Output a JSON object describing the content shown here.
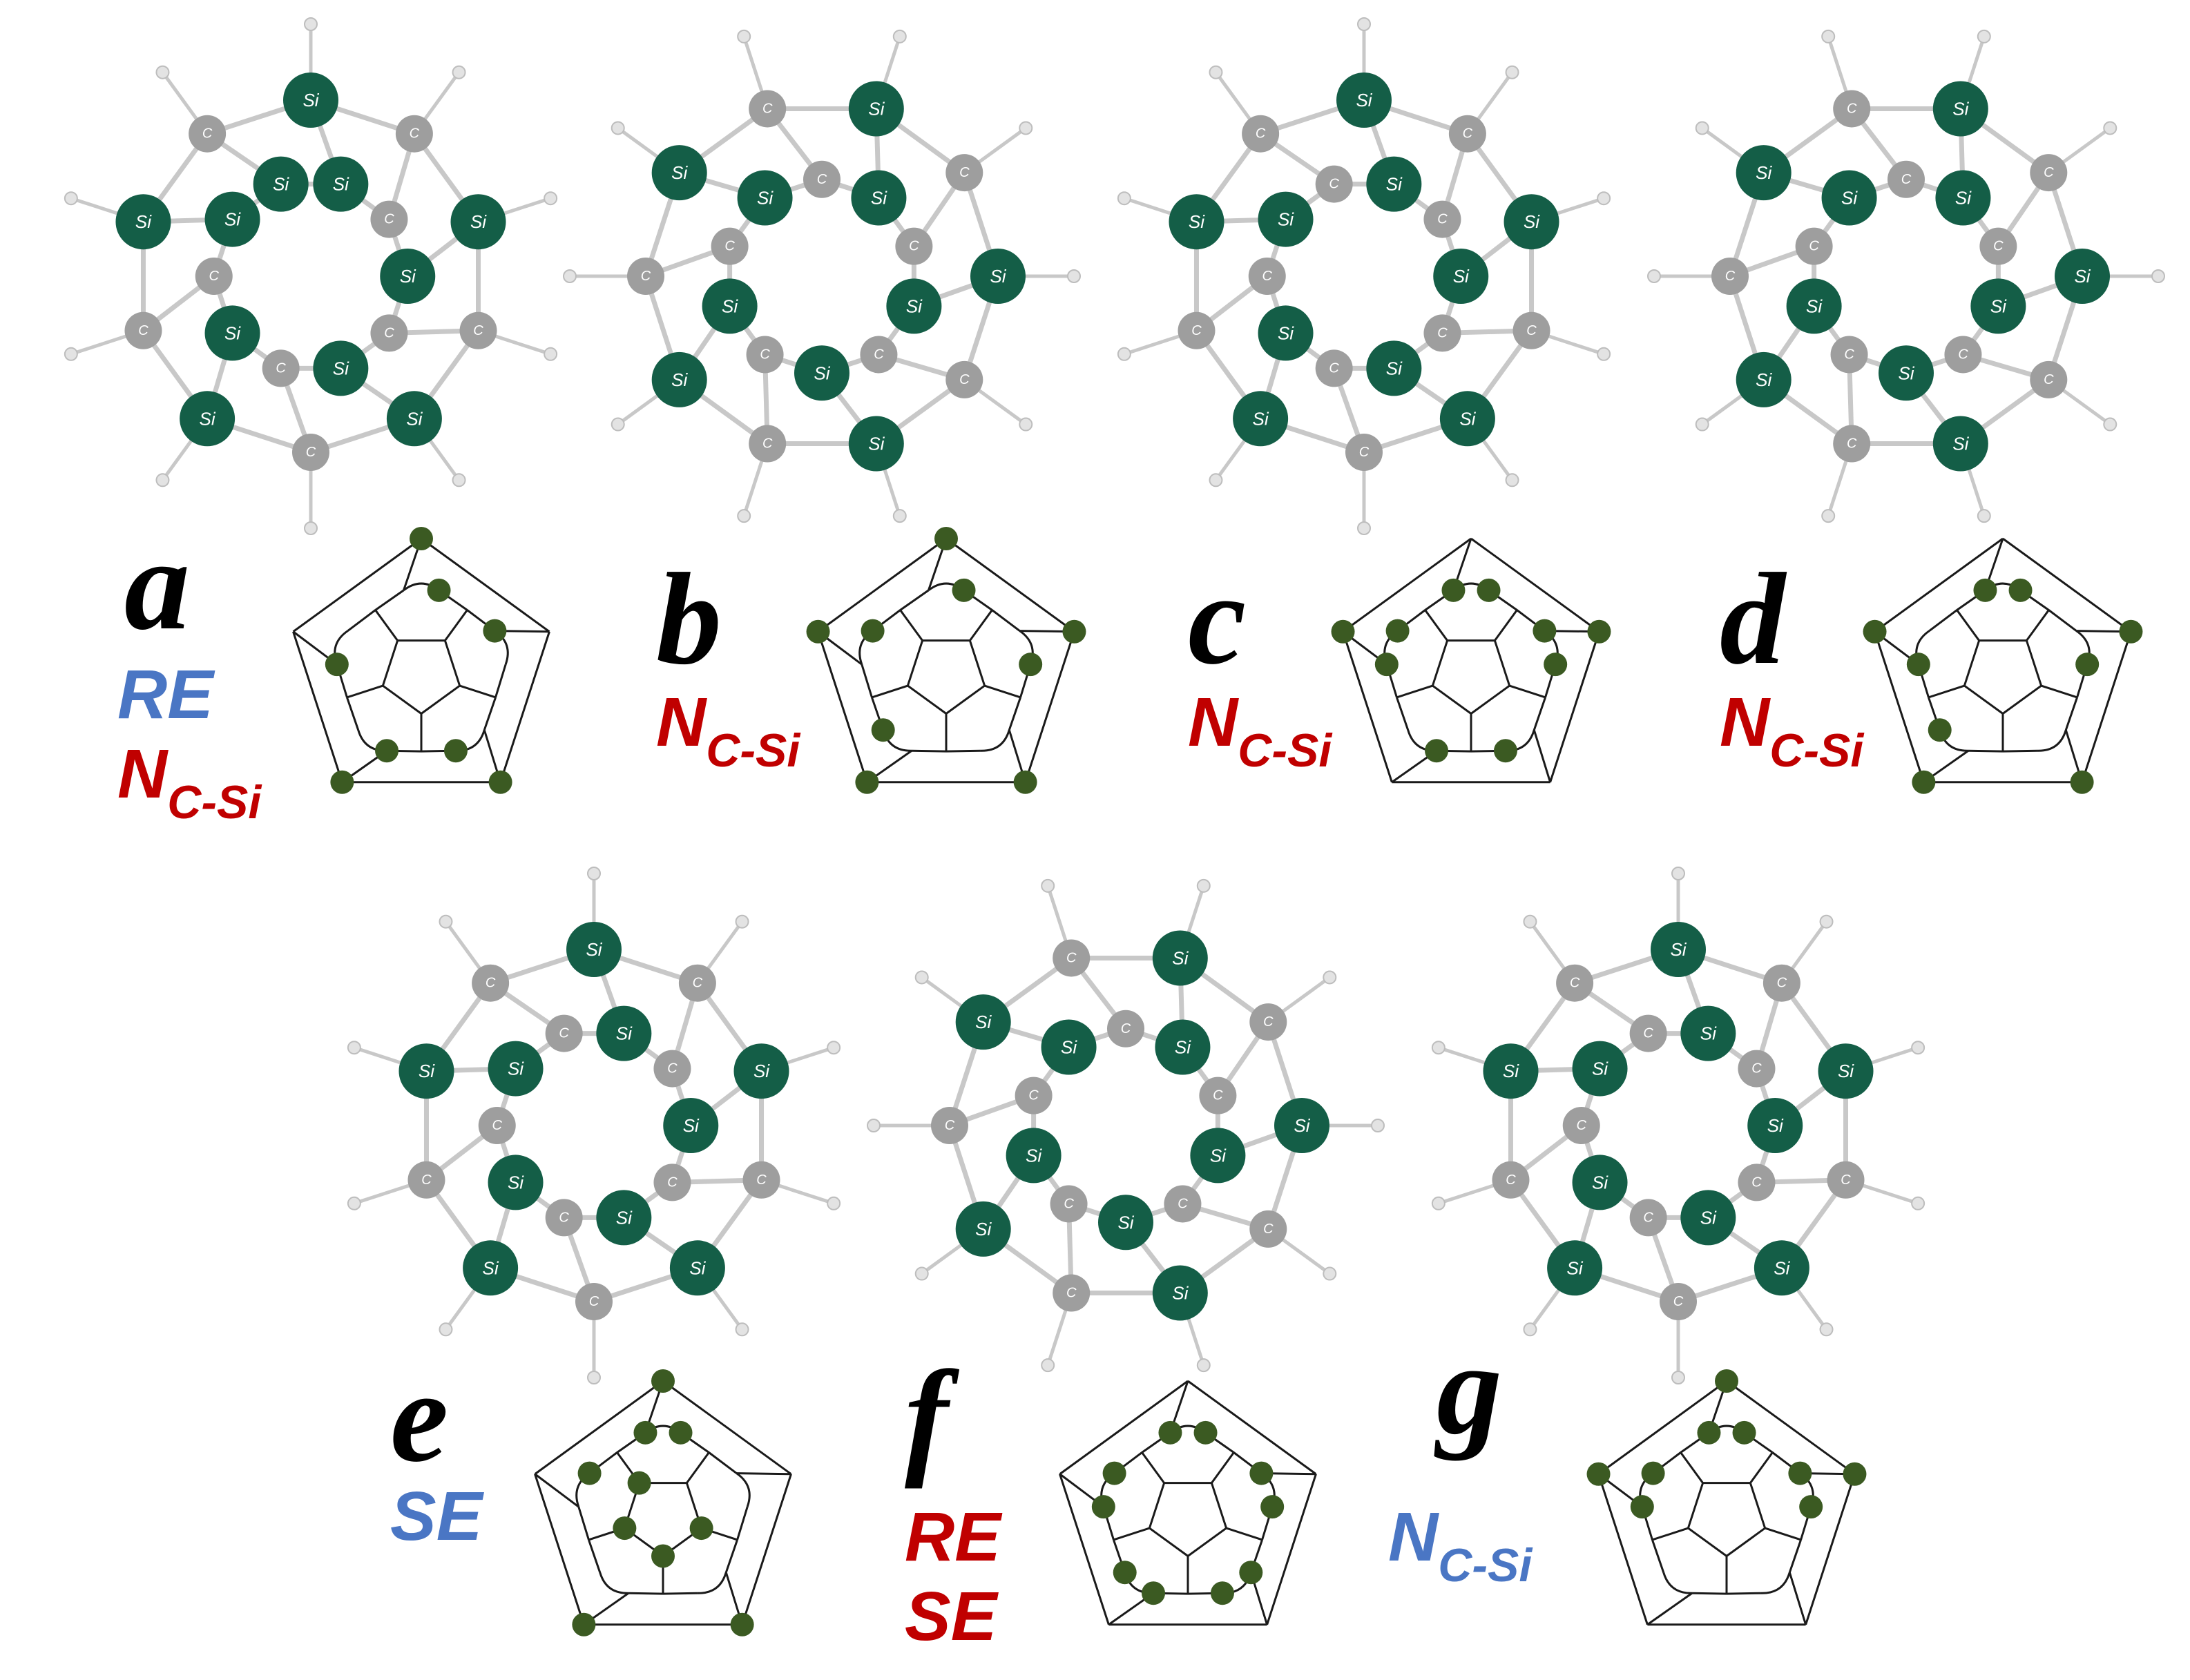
{
  "colors": {
    "si_atom": "#145e47",
    "c_atom": "#9e9e9e",
    "h_atom": "#e3e3e3",
    "bond": "#c8c8c8",
    "schlegel_node": "#3b5a22",
    "schlegel_edge": "#1a1a1a",
    "tag_red": "#c00000",
    "tag_blue": "#4a76c4",
    "letter": "#000000"
  },
  "atom_labels": {
    "si": "Si",
    "c": "C"
  },
  "panels": [
    {
      "letter": "a",
      "tags": [
        {
          "main": "RE",
          "sub": "",
          "color": "blue"
        },
        {
          "main": "N",
          "sub": "C-Si",
          "color": "red"
        }
      ],
      "molecule": {
        "si": 11,
        "c": 9
      }
    },
    {
      "letter": "b",
      "tags": [
        {
          "main": "N",
          "sub": "C-Si",
          "color": "red"
        }
      ],
      "molecule": {
        "si": 10,
        "c": 10
      }
    },
    {
      "letter": "c",
      "tags": [
        {
          "main": "N",
          "sub": "C-Si",
          "color": "red"
        }
      ],
      "molecule": {
        "si": 10,
        "c": 10
      }
    },
    {
      "letter": "d",
      "tags": [
        {
          "main": "N",
          "sub": "C-Si",
          "color": "red"
        }
      ],
      "molecule": {
        "si": 10,
        "c": 10
      }
    },
    {
      "letter": "e",
      "tags": [
        {
          "main": "SE",
          "sub": "",
          "color": "blue"
        }
      ],
      "molecule": {
        "si": 10,
        "c": 10
      }
    },
    {
      "letter": "f",
      "tags": [
        {
          "main": "RE",
          "sub": "",
          "color": "red"
        },
        {
          "main": "SE",
          "sub": "",
          "color": "red"
        }
      ],
      "molecule": {
        "si": 10,
        "c": 10
      }
    },
    {
      "letter": "g",
      "tags": [
        {
          "main": "N",
          "sub": "C-Si",
          "color": "blue"
        }
      ],
      "molecule": {
        "si": 10,
        "c": 10
      }
    }
  ]
}
